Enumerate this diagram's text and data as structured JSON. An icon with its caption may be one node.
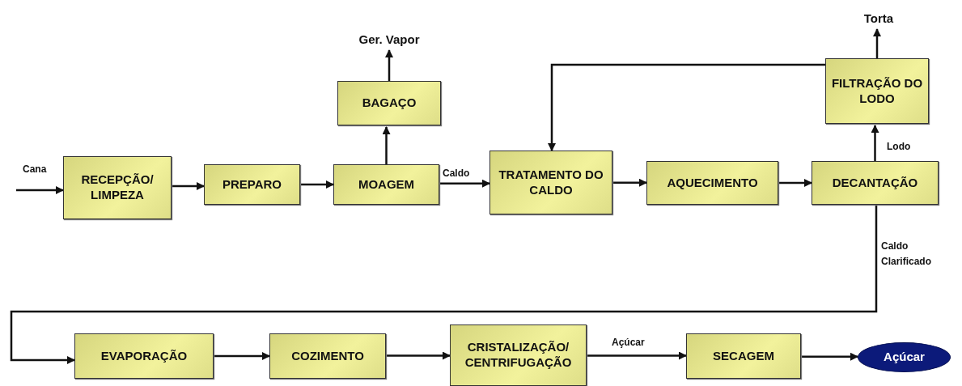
{
  "diagram": {
    "nodes": [
      {
        "text": [
          "RECEPÇÃO/ LIMPEZA"
        ]
      },
      {
        "text": [
          "PREPARO"
        ]
      },
      {
        "text": [
          "MOAGEM"
        ]
      },
      {
        "text": [
          "BAGAÇO"
        ]
      },
      {
        "text": [
          "Ger. Vapor"
        ]
      },
      {
        "text": [
          "TRATAMENTO DO CALDO"
        ]
      },
      {
        "text": [
          "AQUECIMENTO"
        ]
      },
      {
        "text": [
          "DECANTAÇÃO"
        ]
      },
      {
        "text": [
          "FILTRAÇÃO DO LODO"
        ]
      },
      {
        "text": [
          "Torta"
        ]
      },
      {
        "text": [
          "EVAPORAÇÃO"
        ]
      },
      {
        "text": [
          "COZIMENTO"
        ]
      },
      {
        "text": [
          "CRISTALIZAÇÃO/ CENTRIFUGAÇÃO"
        ]
      },
      {
        "text": [
          "SECAGEM"
        ]
      },
      {
        "text": [
          "Açúcar"
        ]
      }
    ],
    "edges": [
      {
        "from": null,
        "to": 0,
        "arrow": "to",
        "label": "Cana"
      },
      {
        "from": 0,
        "to": 1,
        "arrow": "to"
      },
      {
        "from": 1,
        "to": 2,
        "arrow": "to"
      },
      {
        "from": 2,
        "to": 3,
        "arrow": "to"
      },
      {
        "from": 3,
        "to": 4,
        "arrow": "to"
      },
      {
        "from": 2,
        "to": 5,
        "arrow": "to",
        "label": "Caldo"
      },
      {
        "from": 5,
        "to": 6,
        "arrow": "to"
      },
      {
        "from": 6,
        "to": 7,
        "arrow": "to"
      },
      {
        "from": 7,
        "to": 8,
        "arrow": "to",
        "label": "Lodo"
      },
      {
        "from": 8,
        "to": 9,
        "arrow": "to"
      },
      {
        "from": 8,
        "to": 5,
        "arrow": "to"
      },
      {
        "from": 7,
        "to": 10,
        "arrow": "to",
        "label": "Caldo Clarificado"
      },
      {
        "from": 10,
        "to": 11,
        "arrow": "to"
      },
      {
        "from": 11,
        "to": 12,
        "arrow": "to"
      },
      {
        "from": 12,
        "to": 13,
        "arrow": "to",
        "label": "Açúcar"
      },
      {
        "from": 13,
        "to": 14,
        "arrow": "to"
      }
    ]
  }
}
